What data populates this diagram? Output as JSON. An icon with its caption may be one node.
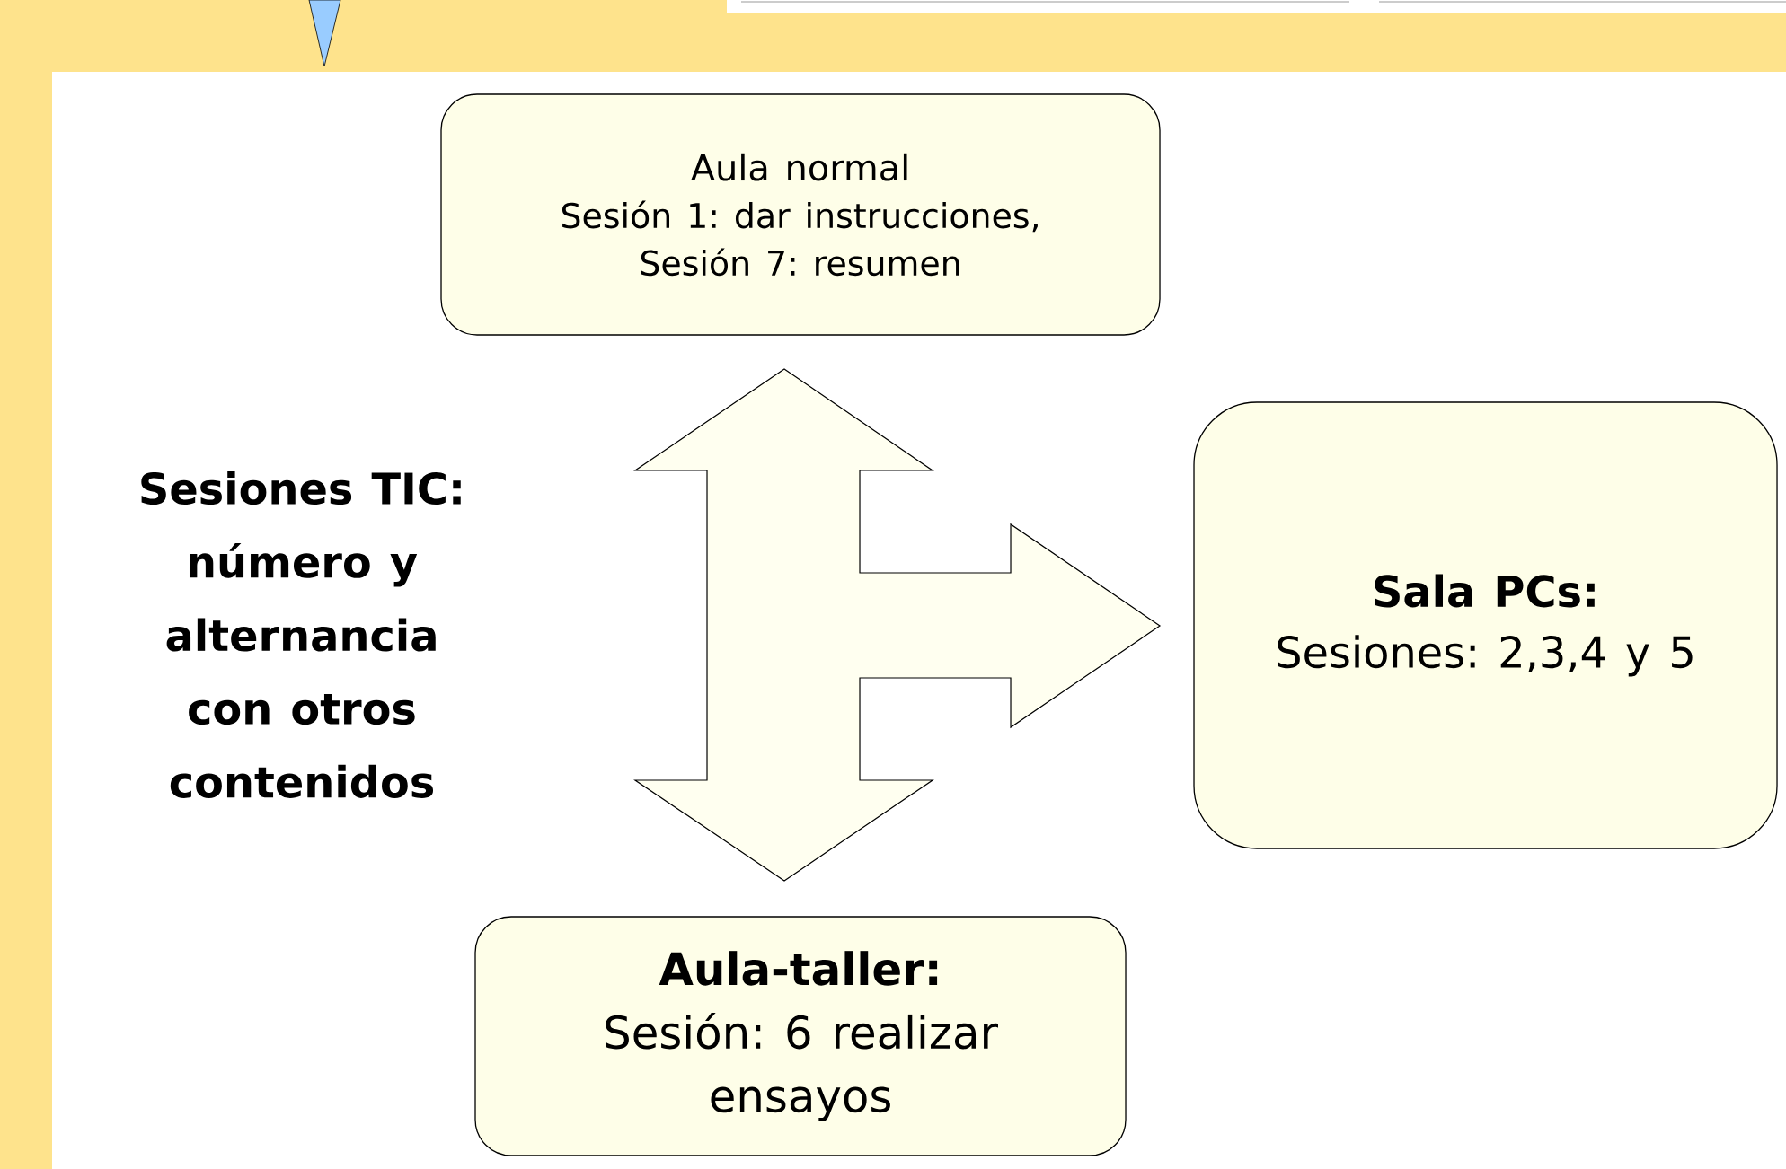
{
  "diagram": {
    "nodes": [
      {
        "text": [
          "Aula normal",
          "Sesión 1: dar instrucciones, Sesión 7: resumen"
        ]
      },
      {
        "text": [
          "Sala PCs:",
          "Sesiones: 2,3,4 y 5"
        ]
      },
      {
        "text": [
          "Aula-taller:",
          "Sesión: 6 realizar ensayos"
        ]
      }
    ],
    "edges": [],
    "labels": [
      "Sesiones TIC: número y alternancia con otros contenidos"
    ]
  }
}
